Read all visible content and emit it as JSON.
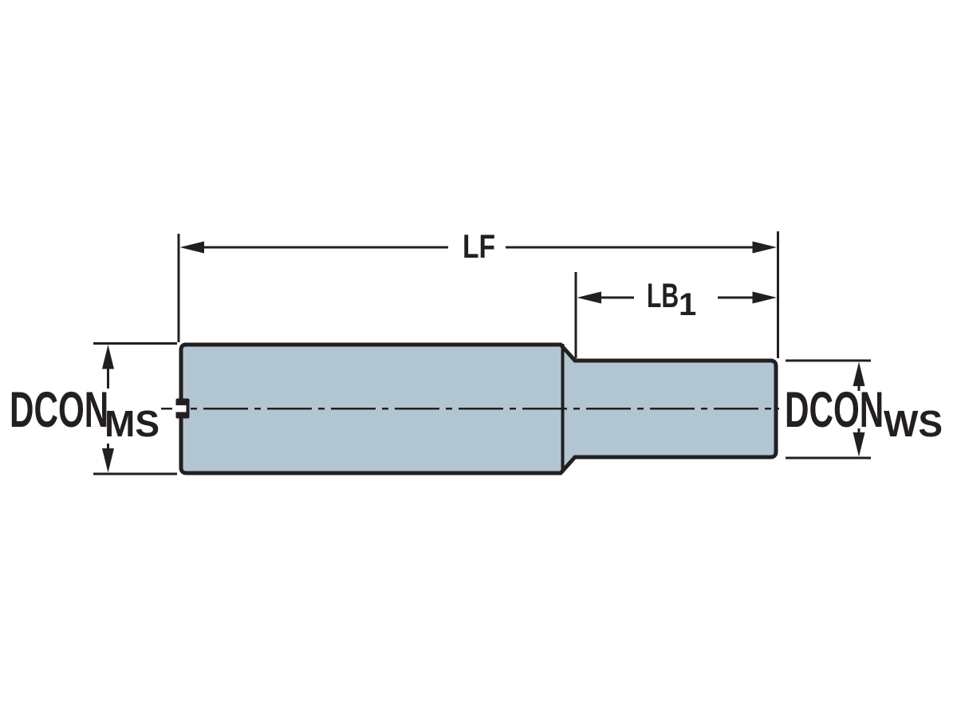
{
  "drawing": {
    "type": "technical-dimension-drawing",
    "subject": "cylindrical shank adapter, side view with stepped diameters",
    "colors": {
      "background": "#ffffff",
      "line_ink": "#231f20",
      "part_fill": "#b2c6d1"
    },
    "dimensions": {
      "lf": "LF",
      "lb1_main": "LB",
      "lb1_sub": "1",
      "dcon_ms_main": "DCON",
      "dcon_ms_sub": "MS",
      "dcon_ws_main": "DCON",
      "dcon_ws_sub": "WS"
    }
  }
}
